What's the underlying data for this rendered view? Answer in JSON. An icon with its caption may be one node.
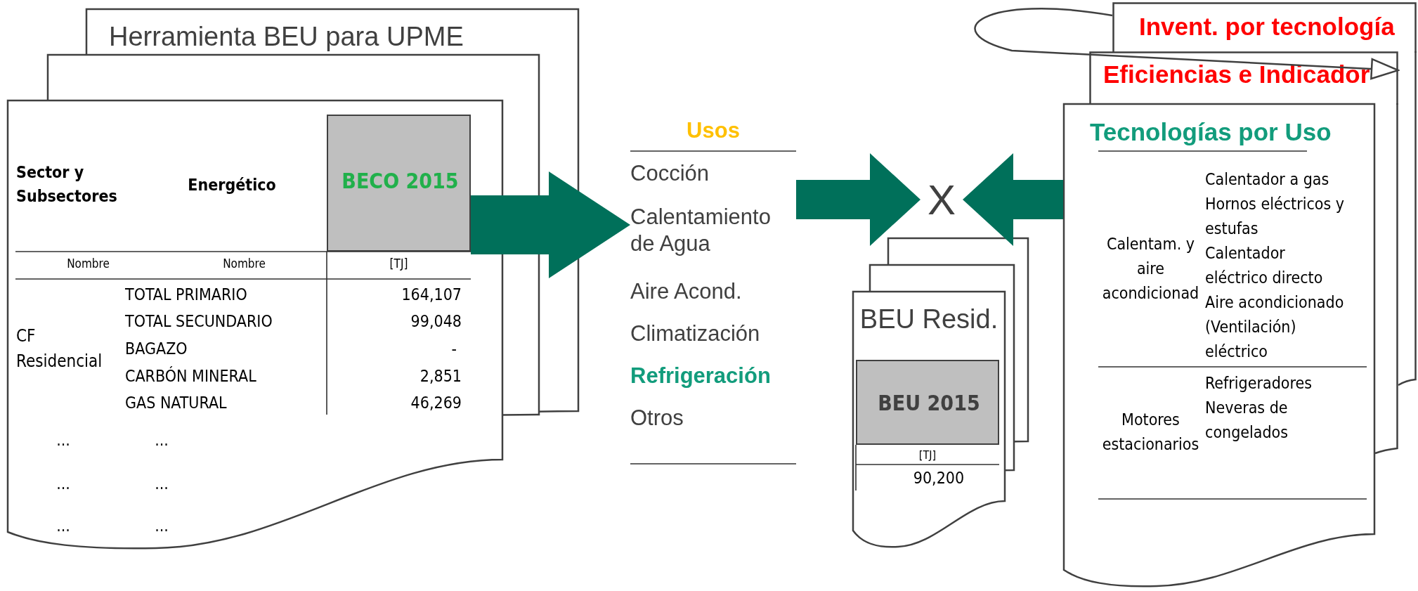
{
  "diagram": {
    "nodes": [
      {
        "text": [
          "Herramienta BEU para UPME"
        ]
      },
      {
        "text": [
          "BECO 2015"
        ],
        "in": 0
      },
      {
        "text": [
          "Usos",
          "Cocción",
          "Calentamiento de Agua",
          "Aire Acond.",
          "Climatización",
          "Refrigeración",
          "Otros"
        ]
      },
      {
        "text": [
          "X"
        ]
      },
      {
        "text": [
          "BEU Resid."
        ]
      },
      {
        "text": [
          "BEU 2015"
        ],
        "in": 4
      },
      {
        "text": [
          "Invent. por tecnología"
        ]
      },
      {
        "text": [
          "Eficiencias e Indicador"
        ]
      },
      {
        "text": [
          "Tecnologías por Uso"
        ]
      }
    ],
    "edges": [
      {
        "from": 1,
        "to": 2,
        "arrow": "to",
        "style": "thick",
        "color": "#00705a"
      },
      {
        "from": 2,
        "to": 3,
        "arrow": "to",
        "style": "thick",
        "color": "#00705a"
      },
      {
        "from": 8,
        "to": 3,
        "arrow": "to",
        "style": "thick",
        "color": "#00705a"
      },
      {
        "from": 6,
        "to": 7,
        "arrow": "to"
      }
    ],
    "labels": [
      "Sector y Subsectores",
      "Energético",
      "Nombre",
      "Nombre",
      "[TJ]",
      "CF Residencial",
      "TOTAL PRIMARIO",
      "164,107",
      "TOTAL SECUNDARIO",
      "99,048",
      "BAGAZO",
      "-",
      "CARBÓN MINERAL",
      "2,851",
      "GAS NATURAL",
      "46,269",
      "...",
      "...",
      "...",
      "...",
      "...",
      "...",
      "[TJ]",
      "90,200",
      "Calentam. y aire acondicionad",
      "Calentador a gas",
      "Hornos eléctricos y estufas",
      "Calentador eléctrico directo",
      "Aire acondicionado (Ventilación) eléctrico",
      "Motores estacionarios",
      "Refrigeradores",
      "Neveras de congelados"
    ]
  }
}
